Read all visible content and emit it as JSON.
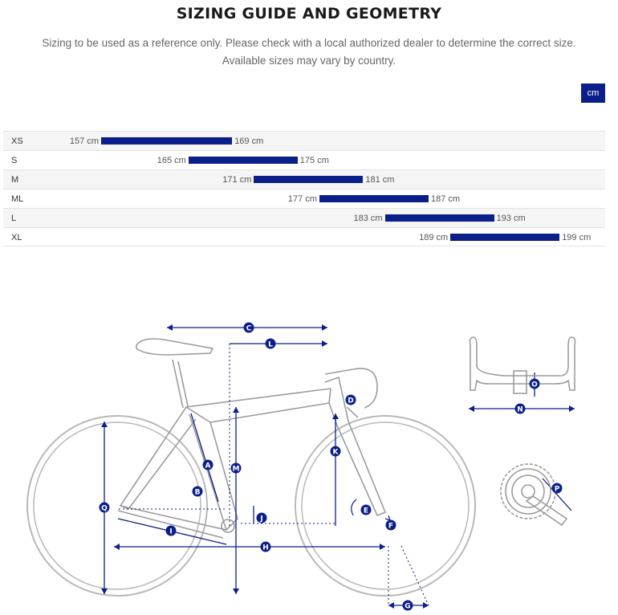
{
  "header": {
    "title": "SIZING GUIDE AND GEOMETRY",
    "subtitle_line1": "Sizing to be used as a reference only. Please check with a local authorized dealer to determine the correct size.",
    "subtitle_line2": "Available sizes may vary by country."
  },
  "unit_toggle": {
    "label": "cm"
  },
  "accent_color": "#0b1f8a",
  "sizes": [
    {
      "label": "XS",
      "min": "157 cm",
      "max": "169 cm",
      "min_cm": 157,
      "max_cm": 169
    },
    {
      "label": "S",
      "min": "165 cm",
      "max": "175 cm",
      "min_cm": 165,
      "max_cm": 175
    },
    {
      "label": "M",
      "min": "171 cm",
      "max": "181 cm",
      "min_cm": 171,
      "max_cm": 181
    },
    {
      "label": "ML",
      "min": "177 cm",
      "max": "187 cm",
      "min_cm": 177,
      "max_cm": 187
    },
    {
      "label": "L",
      "min": "183 cm",
      "max": "193 cm",
      "min_cm": 183,
      "max_cm": 193
    },
    {
      "label": "XL",
      "min": "189 cm",
      "max": "199 cm",
      "min_cm": 189,
      "max_cm": 199
    }
  ],
  "geometry_markers": [
    "A",
    "B",
    "C",
    "D",
    "E",
    "F",
    "G",
    "H",
    "I",
    "J",
    "K",
    "L",
    "M",
    "N",
    "O",
    "P",
    "Q"
  ]
}
